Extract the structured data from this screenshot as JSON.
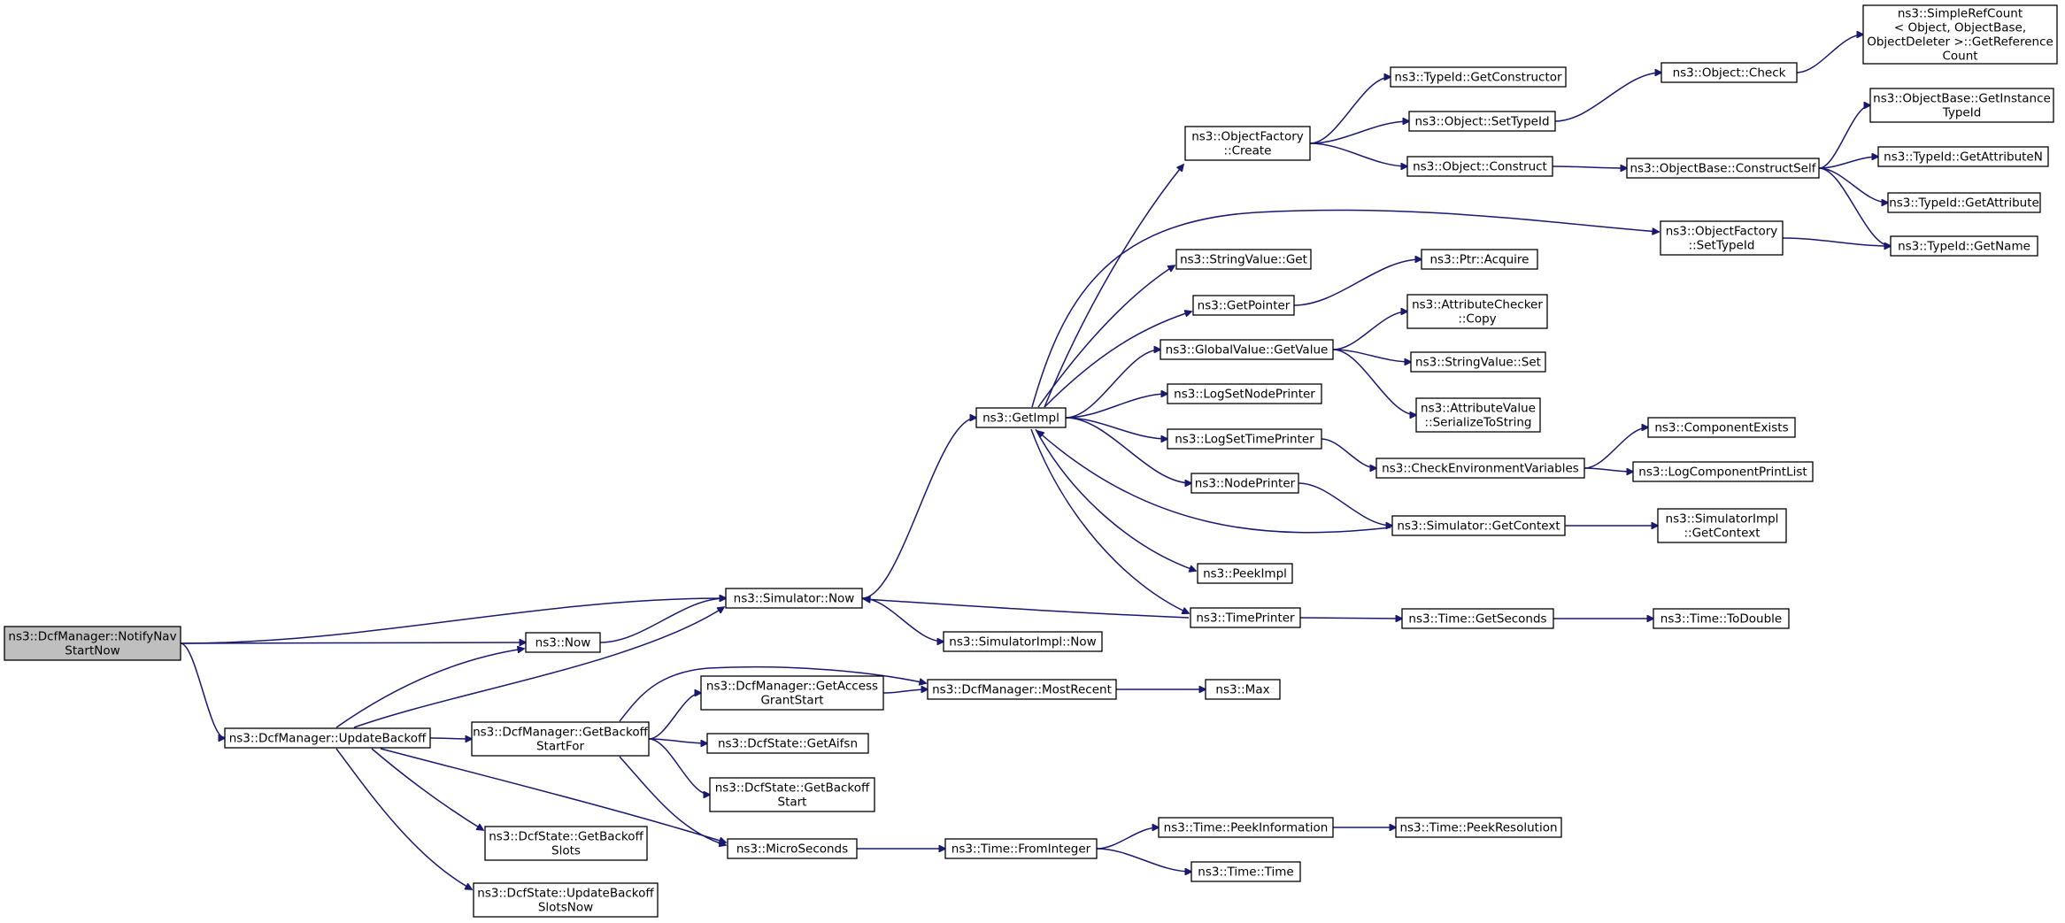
{
  "colors": {
    "edge": "#191970",
    "node_border": "#000000",
    "truncated_border": "#ff0000",
    "root_fill": "#bfbfbf",
    "node_fill": "#ffffff",
    "background": "#ffffff"
  },
  "nodes": [
    {
      "id": "n0",
      "lines": [
        "ns3::DcfManager::NotifyNav",
        "StartNow"
      ],
      "kind": "root"
    },
    {
      "id": "n1",
      "lines": [
        "ns3::Simulator::Now"
      ]
    },
    {
      "id": "n2",
      "lines": [
        "ns3::Now"
      ]
    },
    {
      "id": "n3",
      "lines": [
        "ns3::DcfManager::UpdateBackoff"
      ]
    },
    {
      "id": "n4",
      "lines": [
        "ns3::GetImpl"
      ]
    },
    {
      "id": "n5",
      "lines": [
        "ns3::SimulatorImpl::Now"
      ]
    },
    {
      "id": "n6",
      "lines": [
        "ns3::ObjectFactory",
        "::Create"
      ]
    },
    {
      "id": "n7",
      "lines": [
        "ns3::TypeId::GetConstructor"
      ]
    },
    {
      "id": "n8",
      "lines": [
        "ns3::Object::SetTypeId"
      ]
    },
    {
      "id": "n9",
      "lines": [
        "ns3::Object::Construct"
      ]
    },
    {
      "id": "n10",
      "lines": [
        "ns3::Object::Check"
      ]
    },
    {
      "id": "n11",
      "lines": [
        "ns3::SimpleRefCount",
        "< Object, ObjectBase,",
        "ObjectDeleter >::GetReference",
        "Count"
      ]
    },
    {
      "id": "n12",
      "lines": [
        "ns3::ObjectBase::ConstructSelf"
      ],
      "kind": "truncated"
    },
    {
      "id": "n13",
      "lines": [
        "ns3::ObjectBase::GetInstance",
        "TypeId"
      ]
    },
    {
      "id": "n14",
      "lines": [
        "ns3::TypeId::GetAttributeN"
      ]
    },
    {
      "id": "n15",
      "lines": [
        "ns3::TypeId::GetAttribute"
      ]
    },
    {
      "id": "n16",
      "lines": [
        "ns3::TypeId::GetName"
      ]
    },
    {
      "id": "n17",
      "lines": [
        "ns3::ObjectFactory",
        "::SetTypeId"
      ]
    },
    {
      "id": "n18",
      "lines": [
        "ns3::StringValue::Get"
      ]
    },
    {
      "id": "n19",
      "lines": [
        "ns3::GetPointer"
      ]
    },
    {
      "id": "n20",
      "lines": [
        "ns3::Ptr::Acquire"
      ]
    },
    {
      "id": "n21",
      "lines": [
        "ns3::GlobalValue::GetValue"
      ]
    },
    {
      "id": "n22",
      "lines": [
        "ns3::AttributeChecker",
        "::Copy"
      ]
    },
    {
      "id": "n23",
      "lines": [
        "ns3::StringValue::Set"
      ]
    },
    {
      "id": "n24",
      "lines": [
        "ns3::AttributeValue",
        "::SerializeToString"
      ]
    },
    {
      "id": "n25",
      "lines": [
        "ns3::LogSetNodePrinter"
      ]
    },
    {
      "id": "n26",
      "lines": [
        "ns3::LogSetTimePrinter"
      ]
    },
    {
      "id": "n27",
      "lines": [
        "ns3::CheckEnvironmentVariables"
      ]
    },
    {
      "id": "n28",
      "lines": [
        "ns3::ComponentExists"
      ],
      "kind": "truncated"
    },
    {
      "id": "n29",
      "lines": [
        "ns3::LogComponentPrintList"
      ],
      "kind": "truncated"
    },
    {
      "id": "n30",
      "lines": [
        "ns3::NodePrinter"
      ]
    },
    {
      "id": "n31",
      "lines": [
        "ns3::Simulator::GetContext"
      ]
    },
    {
      "id": "n32",
      "lines": [
        "ns3::SimulatorImpl",
        "::GetContext"
      ]
    },
    {
      "id": "n33",
      "lines": [
        "ns3::PeekImpl"
      ]
    },
    {
      "id": "n34",
      "lines": [
        "ns3::TimePrinter"
      ]
    },
    {
      "id": "n35",
      "lines": [
        "ns3::Time::GetSeconds"
      ]
    },
    {
      "id": "n36",
      "lines": [
        "ns3::Time::ToDouble"
      ],
      "kind": "truncated"
    },
    {
      "id": "n37",
      "lines": [
        "ns3::DcfManager::GetBackoff",
        "StartFor"
      ]
    },
    {
      "id": "n38",
      "lines": [
        "ns3::DcfManager::GetAccess",
        "GrantStart"
      ]
    },
    {
      "id": "n39",
      "lines": [
        "ns3::DcfManager::MostRecent"
      ]
    },
    {
      "id": "n40",
      "lines": [
        "ns3::Max"
      ]
    },
    {
      "id": "n41",
      "lines": [
        "ns3::DcfState::GetAifsn"
      ]
    },
    {
      "id": "n42",
      "lines": [
        "ns3::DcfState::GetBackoff",
        "Start"
      ]
    },
    {
      "id": "n43",
      "lines": [
        "ns3::MicroSeconds"
      ]
    },
    {
      "id": "n44",
      "lines": [
        "ns3::Time::FromInteger"
      ]
    },
    {
      "id": "n45",
      "lines": [
        "ns3::Time::PeekInformation"
      ]
    },
    {
      "id": "n46",
      "lines": [
        "ns3::Time::PeekResolution"
      ],
      "kind": "truncated"
    },
    {
      "id": "n47",
      "lines": [
        "ns3::Time::Time"
      ]
    },
    {
      "id": "n48",
      "lines": [
        "ns3::DcfState::GetBackoff",
        "Slots"
      ]
    },
    {
      "id": "n49",
      "lines": [
        "ns3::DcfState::UpdateBackoff",
        "SlotsNow"
      ]
    }
  ],
  "edges": [
    {
      "from": "n0",
      "to": "n1"
    },
    {
      "from": "n0",
      "to": "n2"
    },
    {
      "from": "n0",
      "to": "n3"
    },
    {
      "from": "n1",
      "to": "n4"
    },
    {
      "from": "n1",
      "to": "n5"
    },
    {
      "from": "n2",
      "to": "n1"
    },
    {
      "from": "n3",
      "to": "n1"
    },
    {
      "from": "n3",
      "to": "n2"
    },
    {
      "from": "n3",
      "to": "n37"
    },
    {
      "from": "n3",
      "to": "n43"
    },
    {
      "from": "n3",
      "to": "n48"
    },
    {
      "from": "n3",
      "to": "n49"
    },
    {
      "from": "n4",
      "to": "n6"
    },
    {
      "from": "n4",
      "to": "n17"
    },
    {
      "from": "n4",
      "to": "n18"
    },
    {
      "from": "n4",
      "to": "n19"
    },
    {
      "from": "n4",
      "to": "n21"
    },
    {
      "from": "n4",
      "to": "n25"
    },
    {
      "from": "n4",
      "to": "n26"
    },
    {
      "from": "n4",
      "to": "n30"
    },
    {
      "from": "n4",
      "to": "n33"
    },
    {
      "from": "n4",
      "to": "n34"
    },
    {
      "from": "n6",
      "to": "n7"
    },
    {
      "from": "n6",
      "to": "n8"
    },
    {
      "from": "n6",
      "to": "n9"
    },
    {
      "from": "n8",
      "to": "n10"
    },
    {
      "from": "n10",
      "to": "n11"
    },
    {
      "from": "n9",
      "to": "n12"
    },
    {
      "from": "n12",
      "to": "n13"
    },
    {
      "from": "n12",
      "to": "n14"
    },
    {
      "from": "n12",
      "to": "n15"
    },
    {
      "from": "n12",
      "to": "n16"
    },
    {
      "from": "n17",
      "to": "n16"
    },
    {
      "from": "n19",
      "to": "n20"
    },
    {
      "from": "n21",
      "to": "n22"
    },
    {
      "from": "n21",
      "to": "n23"
    },
    {
      "from": "n21",
      "to": "n24"
    },
    {
      "from": "n26",
      "to": "n27"
    },
    {
      "from": "n27",
      "to": "n28"
    },
    {
      "from": "n27",
      "to": "n29"
    },
    {
      "from": "n30",
      "to": "n31"
    },
    {
      "from": "n31",
      "to": "n4"
    },
    {
      "from": "n31",
      "to": "n32"
    },
    {
      "from": "n34",
      "to": "n1"
    },
    {
      "from": "n34",
      "to": "n35"
    },
    {
      "from": "n35",
      "to": "n36"
    },
    {
      "from": "n37",
      "to": "n38"
    },
    {
      "from": "n37",
      "to": "n39"
    },
    {
      "from": "n37",
      "to": "n41"
    },
    {
      "from": "n37",
      "to": "n42"
    },
    {
      "from": "n37",
      "to": "n43"
    },
    {
      "from": "n38",
      "to": "n39"
    },
    {
      "from": "n39",
      "to": "n40"
    },
    {
      "from": "n43",
      "to": "n44"
    },
    {
      "from": "n44",
      "to": "n45"
    },
    {
      "from": "n44",
      "to": "n47"
    },
    {
      "from": "n45",
      "to": "n46"
    }
  ]
}
